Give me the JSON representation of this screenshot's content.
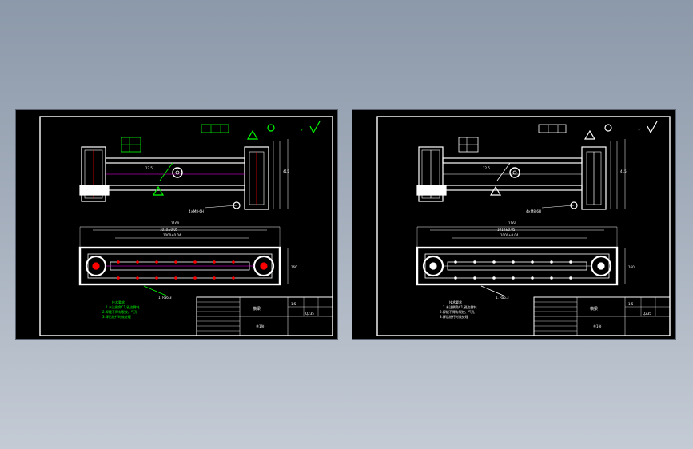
{
  "viewer": {
    "background_top": "#8c99aa",
    "background_bottom": "#c4cbd5"
  },
  "drawings": [
    {
      "id": "colored",
      "palette": {
        "outline": "#ffffff",
        "dimension": "#ffffff",
        "symbol": "#00ff00",
        "hole": "#ff0000",
        "center_line": "#ff00ff",
        "background": "#000000"
      }
    },
    {
      "id": "monochrome",
      "palette": {
        "outline": "#ffffff",
        "dimension": "#ffffff",
        "symbol": "#ffffff",
        "hole": "#ffffff",
        "center_line": "#ffffff",
        "background": "#000000"
      }
    }
  ],
  "labels": {
    "roughness_mark": "✓",
    "dim_overall_width": "1160",
    "dim_slot_length": "1000±0.04",
    "dim_hole_pitch": "1010±0.05",
    "dim_height_right": "415",
    "dim_rough_12_5": "12.5",
    "dim_plan_height": "160",
    "hole_note": "4×M8-6H",
    "callout_note": "1. Ra6.3",
    "notes_title": "技术要求",
    "note_line_1": "1.未注倒角C1,锐边倒钝",
    "note_line_2": "2.焊缝不得有裂纹、气孔",
    "note_line_3": "3.焊后进行时效处理",
    "title_block_name": "横梁",
    "title_block_scale": "1:5",
    "title_block_material": "Q235",
    "title_block_sheet": "共1张"
  }
}
